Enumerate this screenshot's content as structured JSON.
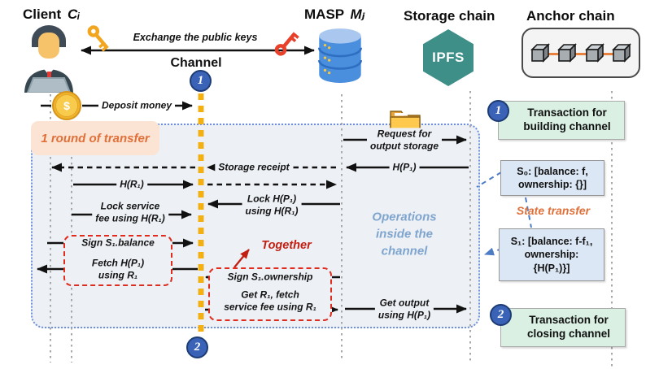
{
  "header": {
    "client_label": "Client",
    "client_var": "Cᵢ",
    "masp_label": "MASP",
    "masp_var": "Mⱼ",
    "storage": "Storage chain",
    "anchor": "Anchor chain",
    "exchange": "Exchange the public keys",
    "channel": "Channel",
    "ipfs": "IPFS"
  },
  "badges": {
    "one": "1",
    "two": "2"
  },
  "messages": {
    "deposit": "Deposit money",
    "round": "1 round of transfer",
    "receipt": "Storage receipt",
    "hr1": "H(R₁)",
    "lock_service_1": "Lock service",
    "lock_service_2": "fee using H(R₁)",
    "lock_hp1_1": "Lock H(P₁)",
    "lock_hp1_2": "using H(R₁)",
    "sign_balance": "Sign S₁.balance",
    "fetch_1": "Fetch H(P₁)",
    "fetch_2": "using R₁",
    "together": "Together",
    "sign_ownership": "Sign S₁.ownership",
    "get_r1_1": "Get R₁, fetch",
    "get_r1_2": "service fee using R₁",
    "request_1": "Request for",
    "request_2": "output storage",
    "hp1": "H(P₁)",
    "ops_1": "Operations",
    "ops_2": "inside the",
    "ops_3": "channel",
    "get_output_1": "Get output",
    "get_output_2": "using H(P₁)"
  },
  "right": {
    "tx_build_1": "Transaction for",
    "tx_build_2": "building channel",
    "s0_1": "S₀: [balance: f,",
    "s0_2": "ownership: {}]",
    "state_transfer": "State transfer",
    "s1_1": "S₁: [balance: f-f₁,",
    "s1_2": "ownership:",
    "s1_3": "{H(P₁)}]",
    "tx_close_1": "Transaction for",
    "tx_close_2": "closing channel"
  },
  "icons": {
    "coin_symbol": "$"
  },
  "colors": {
    "channel_yellow": "#F3B013",
    "badge_blue": "#3A63B8",
    "box_border_blue": "#6C8EDB",
    "red_dashed": "#E02B1D",
    "together_red": "#C21F12",
    "orange_accent": "#E0703A",
    "ops_blue": "#7FA5CE",
    "green_box": "#D9F0E3",
    "state_box": "#DCE7F5",
    "ipfs_teal": "#3E8F88"
  }
}
